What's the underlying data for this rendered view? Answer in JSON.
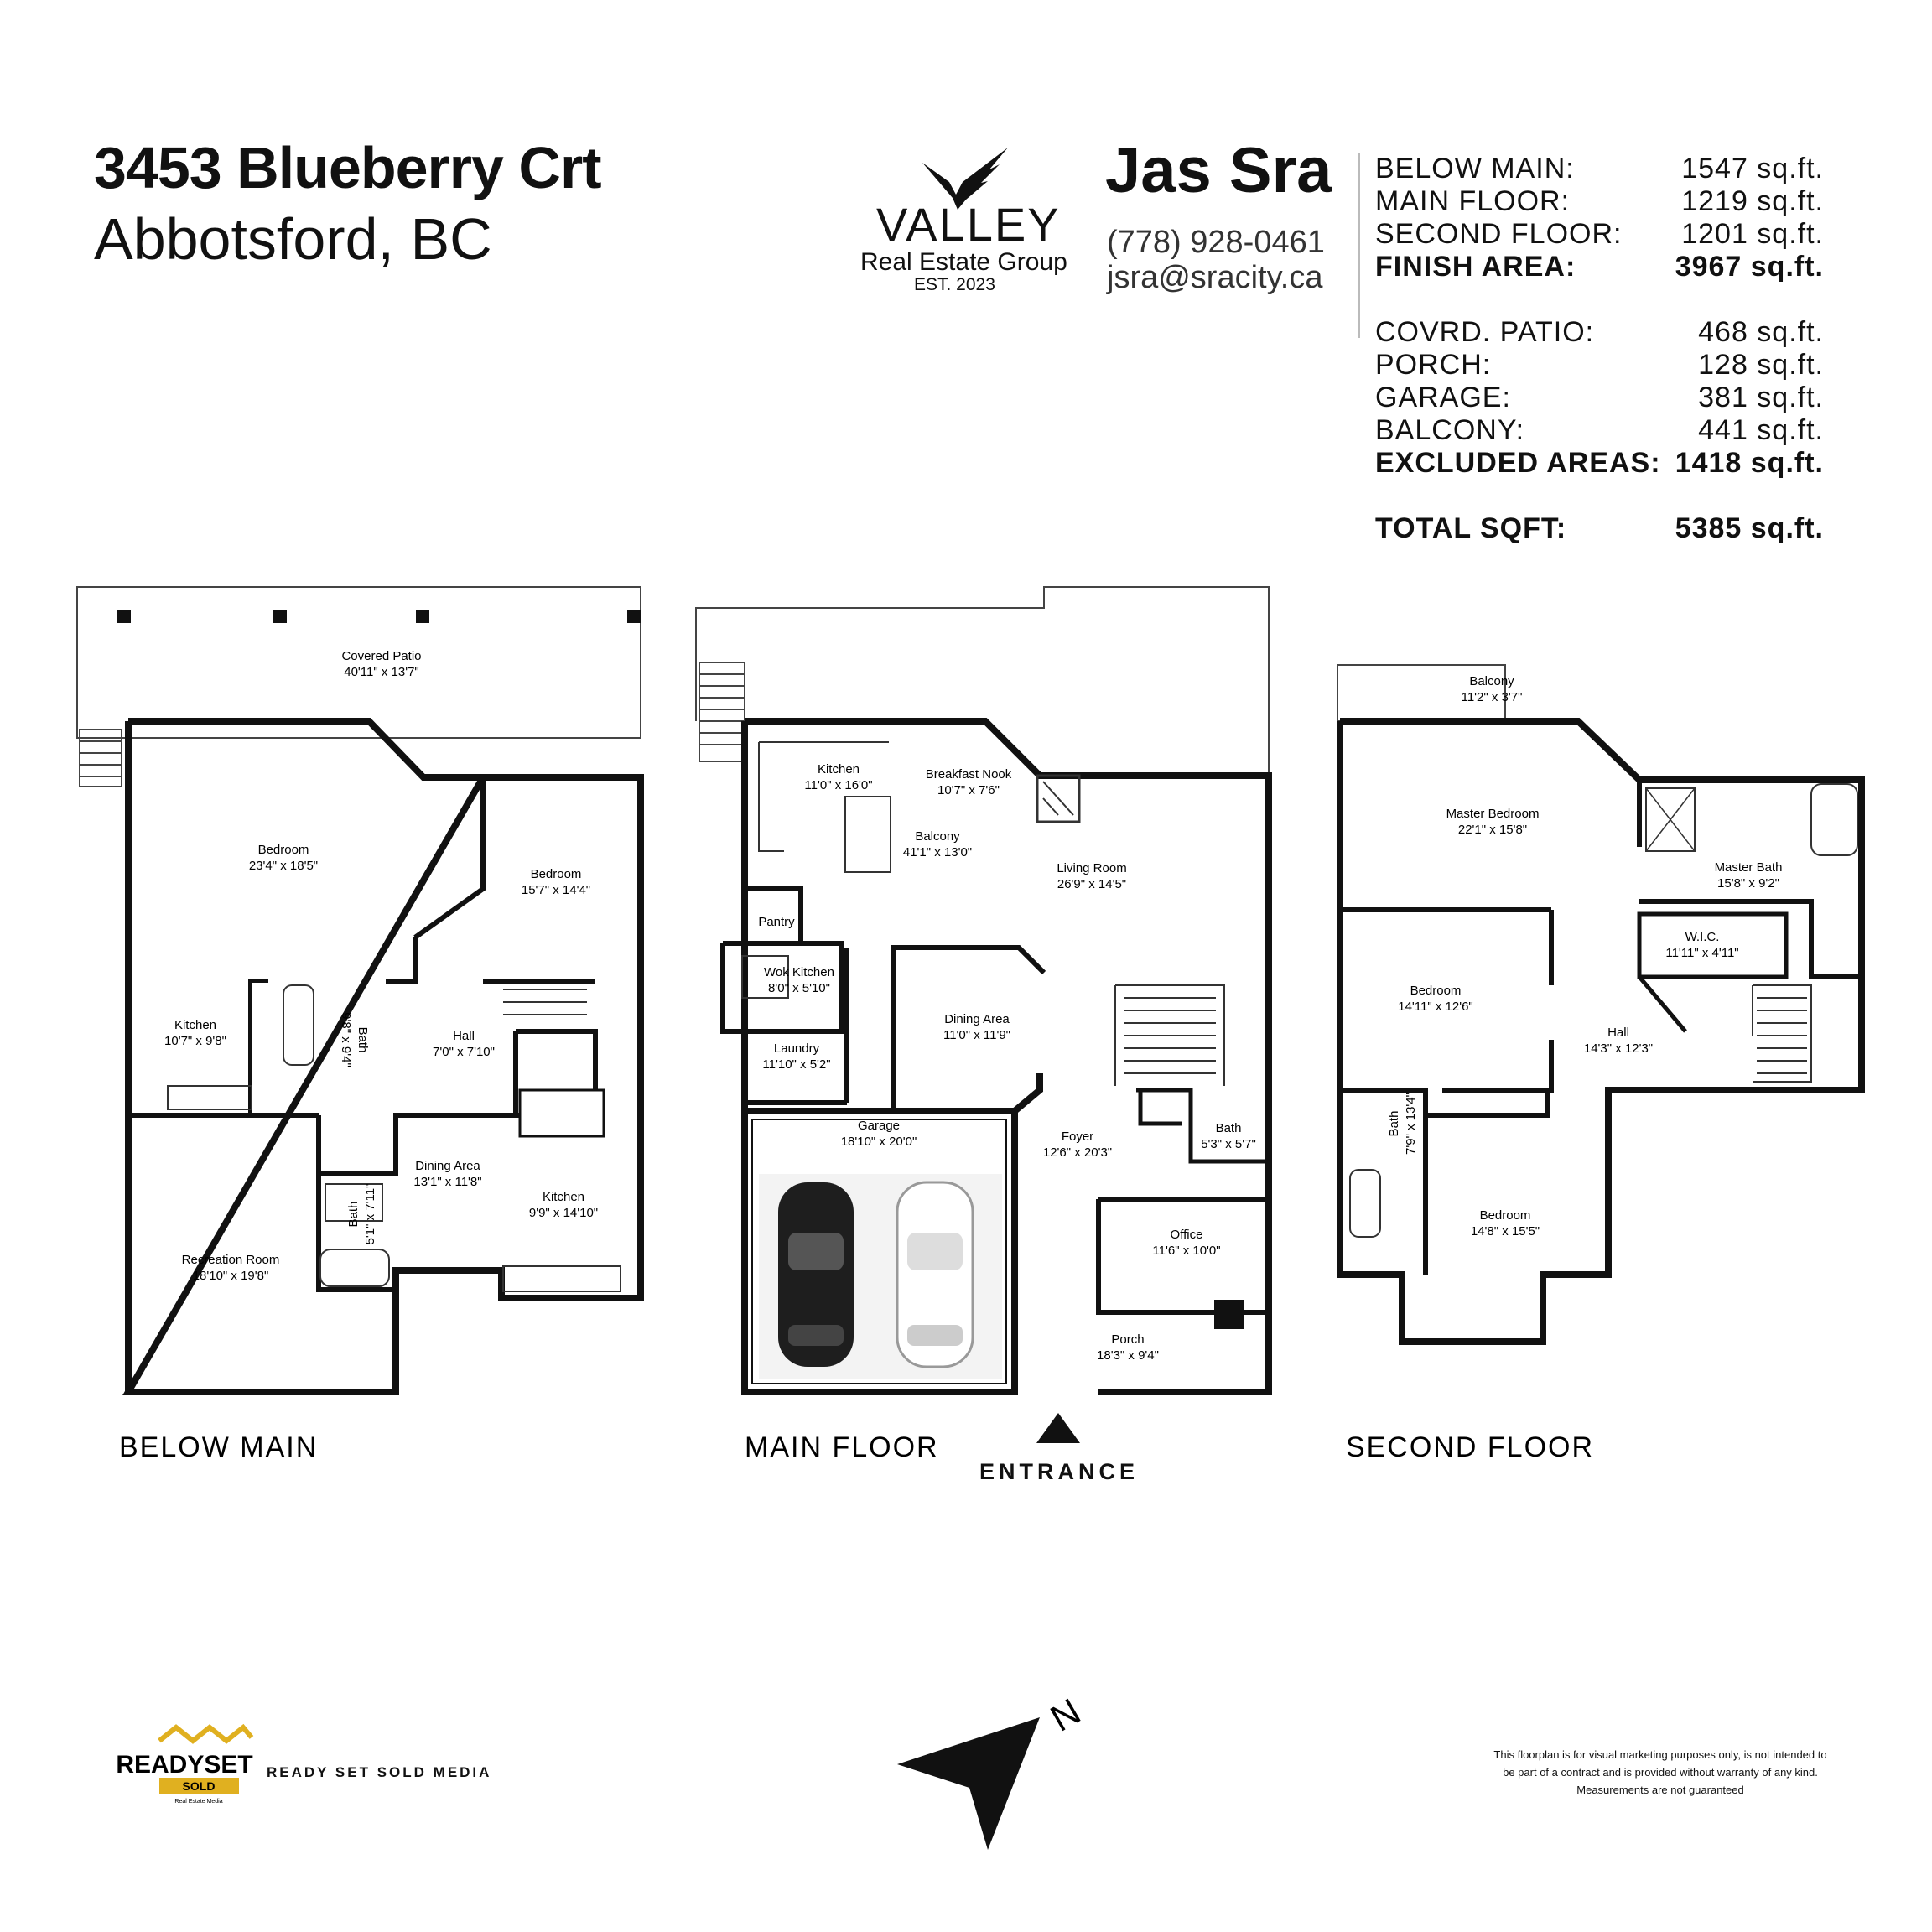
{
  "header": {
    "address_line1": "3453 Blueberry Crt",
    "address_line2": "Abbotsford, BC"
  },
  "brand": {
    "name": "VALLEY",
    "subtitle": "Real Estate Group",
    "established": "EST. 2023"
  },
  "agent": {
    "name": "Jas Sra",
    "phone": "(778)  928-0461",
    "email": "jsra@sracity.ca"
  },
  "areas": {
    "finished": [
      {
        "label": "BELOW MAIN:",
        "value": "1547 sq.ft."
      },
      {
        "label": "MAIN FLOOR:",
        "value": "1219 sq.ft."
      },
      {
        "label": "SECOND FLOOR:",
        "value": "1201 sq.ft."
      }
    ],
    "finish_total": {
      "label": "FINISH AREA:",
      "value": "3967 sq.ft."
    },
    "excluded": [
      {
        "label": "COVRD. PATIO:",
        "value": "468 sq.ft."
      },
      {
        "label": "PORCH:",
        "value": "128 sq.ft."
      },
      {
        "label": "GARAGE:",
        "value": "381 sq.ft."
      },
      {
        "label": "BALCONY:",
        "value": "441 sq.ft."
      }
    ],
    "excluded_total": {
      "label": "EXCLUDED AREAS:",
      "value": "1418 sq.ft."
    },
    "grand_total": {
      "label": "TOTAL SQFT:",
      "value": "5385 sq.ft."
    }
  },
  "floors": {
    "below_main": {
      "label": "BELOW MAIN",
      "rooms": [
        {
          "name": "Covered Patio",
          "size": "40'11\" x 13'7\""
        },
        {
          "name": "Bedroom",
          "size": "23'4\" x 18'5\""
        },
        {
          "name": "Bedroom",
          "size": "15'7\" x 14'4\""
        },
        {
          "name": "Kitchen",
          "size": "10'7\" x 9'8\""
        },
        {
          "name": "Bath",
          "size": "9'8\" x 9'4\""
        },
        {
          "name": "Hall",
          "size": "7'0\" x 7'10\""
        },
        {
          "name": "Dining Area",
          "size": "13'1\" x 11'8\""
        },
        {
          "name": "Bath",
          "size": "5'1\" x 7'11\""
        },
        {
          "name": "Kitchen",
          "size": "9'9\" x 14'10\""
        },
        {
          "name": "Recreation Room",
          "size": "18'10\" x 19'8\""
        }
      ]
    },
    "main_floor": {
      "label": "MAIN FLOOR",
      "rooms": [
        {
          "name": "Balcony",
          "size": "41'1\" x 13'0\""
        },
        {
          "name": "Kitchen",
          "size": "11'0\" x 16'0\""
        },
        {
          "name": "Breakfast Nook",
          "size": "10'7\" x 7'6\""
        },
        {
          "name": "Living Room",
          "size": "26'9\" x 14'5\""
        },
        {
          "name": "Pantry",
          "size": ""
        },
        {
          "name": "Wok Kitchen",
          "size": "8'0\" x 5'10\""
        },
        {
          "name": "Dining Area",
          "size": "11'0\" x 11'9\""
        },
        {
          "name": "Laundry",
          "size": "11'10\" x 5'2\""
        },
        {
          "name": "Garage",
          "size": "18'10\" x 20'0\""
        },
        {
          "name": "Foyer",
          "size": "12'6\" x 20'3\""
        },
        {
          "name": "Bath",
          "size": "5'3\" x 5'7\""
        },
        {
          "name": "Office",
          "size": "11'6\" x 10'0\""
        },
        {
          "name": "Porch",
          "size": "18'3\" x 9'4\""
        }
      ]
    },
    "second_floor": {
      "label": "SECOND FLOOR",
      "rooms": [
        {
          "name": "Balcony",
          "size": "11'2\" x 3'7\""
        },
        {
          "name": "Master Bedroom",
          "size": "22'1\" x 15'8\""
        },
        {
          "name": "Master Bath",
          "size": "15'8\" x 9'2\""
        },
        {
          "name": "W.I.C.",
          "size": "11'11\" x 4'11\""
        },
        {
          "name": "Bedroom",
          "size": "14'11\" x 12'6\""
        },
        {
          "name": "Hall",
          "size": "14'3\" x 12'3\""
        },
        {
          "name": "Bath",
          "size": "7'9\" x 13'4\""
        },
        {
          "name": "Bedroom",
          "size": "14'8\" x 15'5\""
        }
      ]
    }
  },
  "entrance_label": "ENTRANCE",
  "compass_letter": "N",
  "footer": {
    "media_logo_text": [
      "READYSET",
      "SOLD",
      "Real Estate Media"
    ],
    "media_name": "READY SET SOLD MEDIA",
    "disclaimer": [
      "This floorplan is for visual marketing purposes only, is not intended to",
      "be part of a contract and is provided without warranty of any kind.",
      "Measurements are not guaranteed"
    ]
  }
}
